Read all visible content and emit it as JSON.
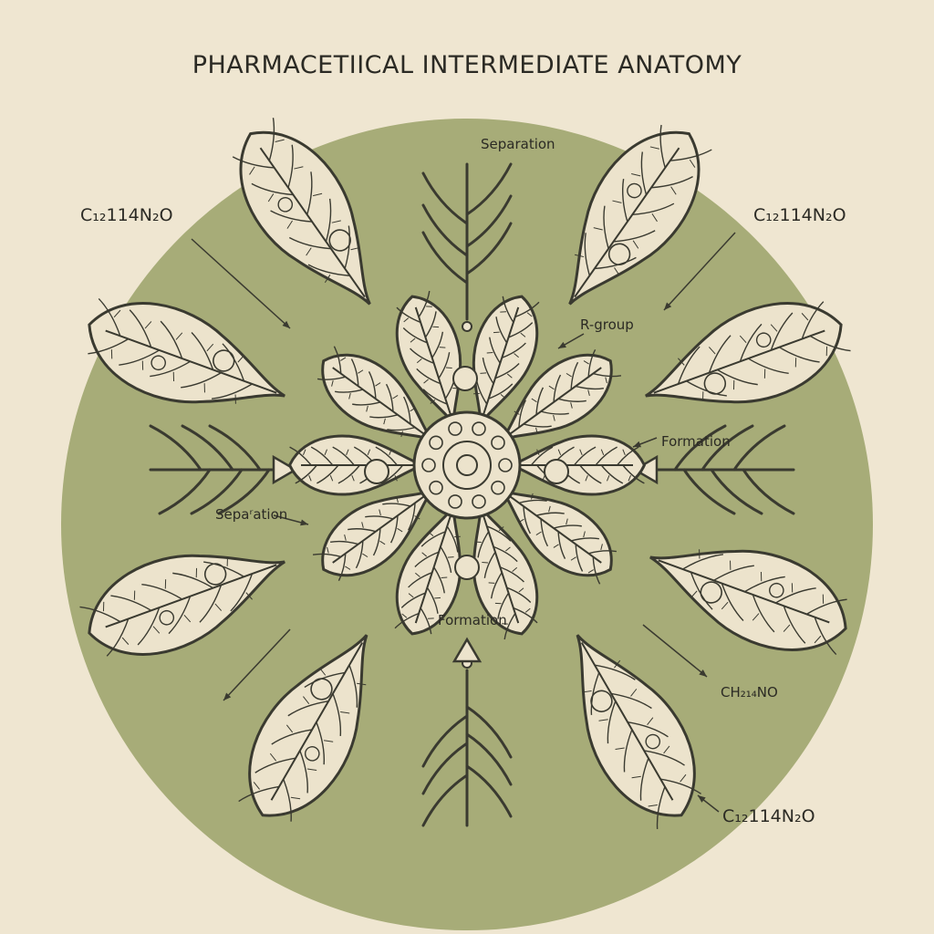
{
  "title": "PHARMACETIICAL INTERMEDIATE ANATOMY",
  "labels": {
    "formula_top_left": "C₁₂114N₂O",
    "formula_top_right": "C₁₂114N₂O",
    "formula_bottom_right": "C₁₂114N₂O",
    "formula_ch": "CH₂₁₄NO",
    "separation_top": "Separation",
    "separation_left": "Sepaʳation",
    "r_group": "R-group",
    "formation_right": "Formation",
    "formation_bottom": "Formation"
  },
  "colors": {
    "background": "#efe6d1",
    "disc": "#a7ac78",
    "leaf_fill": "#ece3cc",
    "ink": "#3a3a30"
  }
}
